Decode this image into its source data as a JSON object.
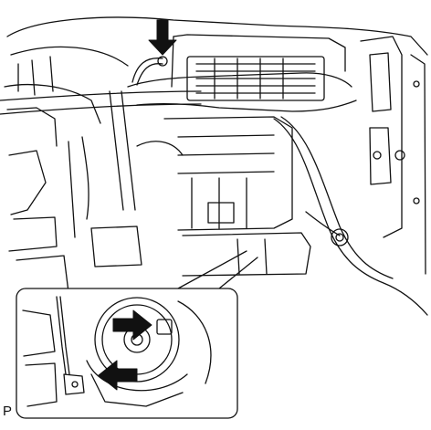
{
  "figure": {
    "reference_code": "P",
    "colors": {
      "ink": "#111111",
      "paper": "#ffffff"
    },
    "callouts": [
      {
        "name": "connector-arrow-top",
        "direction": "down"
      },
      {
        "name": "connector-arrow-inset-right",
        "direction": "right"
      },
      {
        "name": "connector-arrow-inset-left",
        "direction": "left"
      }
    ]
  }
}
